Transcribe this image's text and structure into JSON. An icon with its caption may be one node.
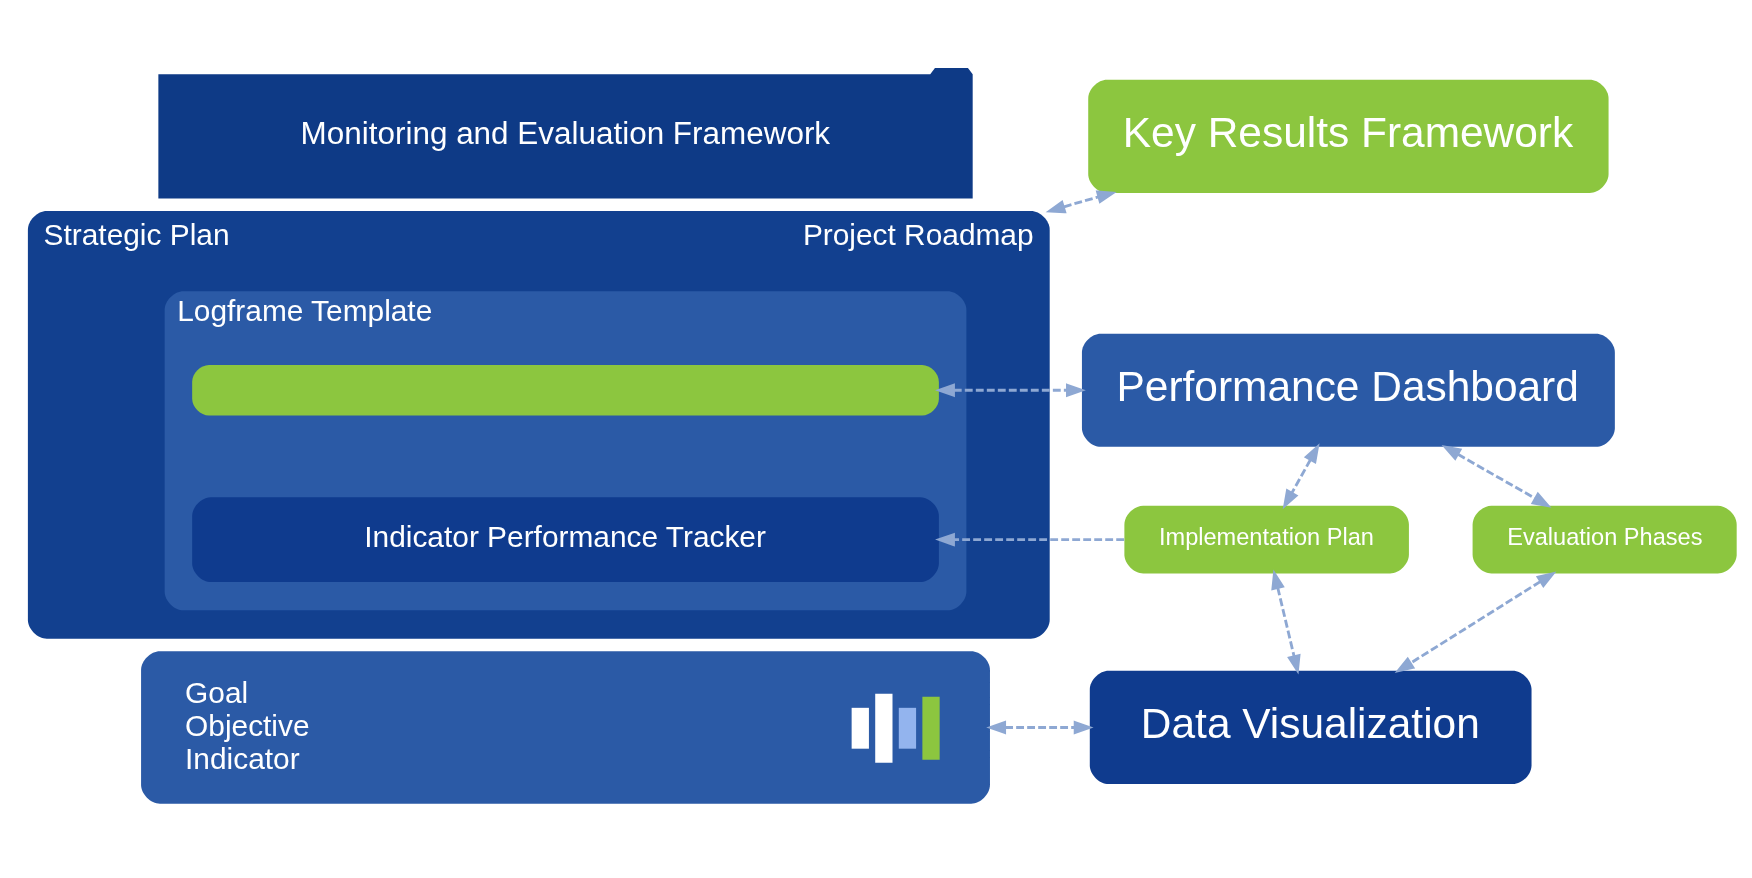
{
  "diagram": {
    "nodes": [
      {
        "text": [
          "Monitoring and Evaluation Framework"
        ]
      },
      {
        "text": [
          "Strategic Plan",
          "Project Roadmap"
        ]
      },
      {
        "text": [
          "Logframe Template"
        ],
        "in": 1
      },
      {
        "text": [],
        "shape": "box",
        "in": 2
      },
      {
        "text": [
          "Indicator Performance Tracker"
        ],
        "in": 2
      },
      {
        "text": [
          "Goal",
          "Objective",
          "Indicator"
        ]
      },
      {
        "text": [
          "Key Results Framework"
        ]
      },
      {
        "text": [
          "Performance Dashboard"
        ]
      },
      {
        "text": [
          "Implementation Plan"
        ]
      },
      {
        "text": [
          "Evaluation Phases"
        ]
      },
      {
        "text": [
          "Data Visualization"
        ]
      }
    ],
    "edges": [
      {
        "from": 1,
        "to": 6,
        "arrow": "both",
        "style": "dashed"
      },
      {
        "from": 3,
        "to": 7,
        "arrow": "both",
        "style": "dashed"
      },
      {
        "from": 8,
        "to": 4,
        "arrow": "to",
        "style": "dashed"
      },
      {
        "from": 5,
        "to": 10,
        "arrow": "both",
        "style": "dashed"
      },
      {
        "from": 7,
        "to": 8,
        "arrow": "both",
        "style": "dashed"
      },
      {
        "from": 7,
        "to": 9,
        "arrow": "both",
        "style": "dashed"
      },
      {
        "from": 8,
        "to": 10,
        "arrow": "both",
        "style": "dashed"
      },
      {
        "from": 9,
        "to": 10,
        "arrow": "both",
        "style": "dashed"
      }
    ]
  }
}
